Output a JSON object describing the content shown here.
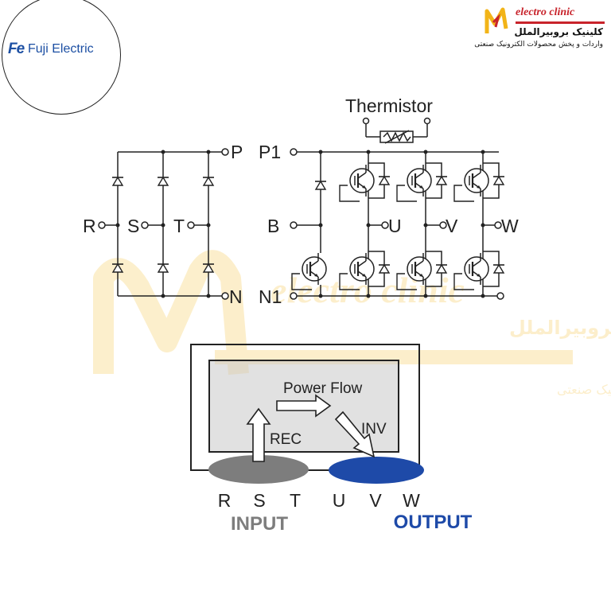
{
  "logo": {
    "mark": "Fe",
    "name": "Fuji Electric"
  },
  "brand": {
    "name_en": "electro clinic",
    "name_fa": "کلینیک بروبیرالملل",
    "tagline_fa": "واردات و پخش محصولات الکترونیک صنعتی",
    "colors": {
      "red": "#c8232b",
      "gold": "#f2b418"
    }
  },
  "circuit": {
    "thermistor": "Thermistor",
    "rect_inputs": [
      "R",
      "S",
      "T"
    ],
    "dc_terminals": {
      "p": "P",
      "n": "N",
      "p1": "P1",
      "n1": "N1",
      "b": "B"
    },
    "outputs": [
      "U",
      "V",
      "W"
    ]
  },
  "flow": {
    "power_flow": "Power Flow",
    "rec": "REC",
    "inv": "INV",
    "input_terms": [
      "R",
      "S",
      "T"
    ],
    "output_terms": [
      "U",
      "V",
      "W"
    ],
    "input_label": "INPUT",
    "output_label": "OUTPUT",
    "colors": {
      "input": "#7d7d7d",
      "output": "#1e4aa8"
    }
  }
}
